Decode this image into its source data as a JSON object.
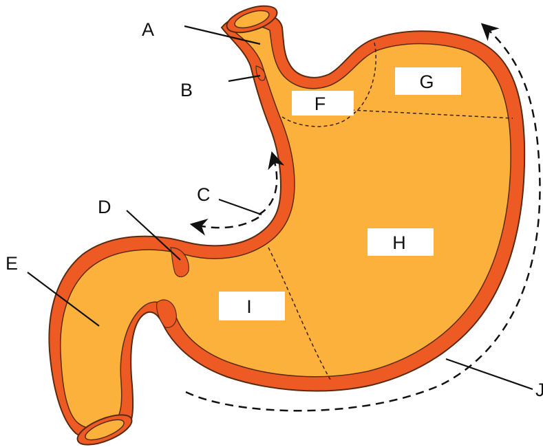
{
  "diagram": {
    "colors": {
      "outer_wall": "#ee5a24",
      "inner_fill": "#fbb13c",
      "outline": "#5a2a10",
      "leader": "#111111",
      "arrow": "#111111",
      "label_box": "#ffffff"
    },
    "letters": {
      "A": "A",
      "B": "B",
      "C": "C",
      "D": "D",
      "E": "E",
      "J": "J"
    },
    "box_labels": {
      "F": "F",
      "G": "G",
      "H": "H",
      "I": "I"
    }
  }
}
